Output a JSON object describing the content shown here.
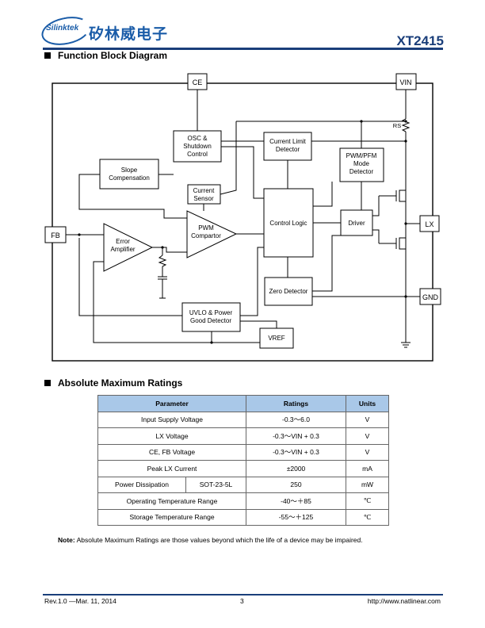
{
  "header": {
    "logo_text": "Silinktek",
    "logo_cn": "矽林威电子",
    "doc_title": "XT2415"
  },
  "sections": {
    "block_diagram_title": "Function Block Diagram",
    "ratings_title": "Absolute Maximum Ratings"
  },
  "diagram": {
    "pins": {
      "ce": "CE",
      "vin": "VIN",
      "fb": "FB",
      "lx": "LX",
      "gnd": "GND"
    },
    "blocks": {
      "osc": [
        "OSC &",
        "Shutdown",
        "Control"
      ],
      "current_limit": [
        "Current Limit",
        "Detector"
      ],
      "pwm_pfm": [
        "PWM/PFM",
        "Mode",
        "Detector"
      ],
      "slope": [
        "Slope",
        "Compensation"
      ],
      "current_sensor": [
        "Current",
        "Sensor"
      ],
      "control_logic": "Control Logic",
      "driver": "Driver",
      "error_amp": [
        "Error",
        "Amplifier"
      ],
      "pwm_comp": [
        "PWM",
        "Compartor"
      ],
      "zero_detector": "Zero Detector",
      "uvlo": [
        "UVLO & Power",
        "Good Detector"
      ],
      "vref": "VREF"
    },
    "rs_label": "RS"
  },
  "ratings_table": {
    "headers": [
      "Parameter",
      "Ratings",
      "Units"
    ],
    "rows": [
      {
        "parameter": "Input Supply Voltage",
        "rating": "-0.3～6.0",
        "unit": "V"
      },
      {
        "parameter": "LX Voltage",
        "rating": "-0.3～VIN + 0.3",
        "unit": "V"
      },
      {
        "parameter": "CE, FB Voltage",
        "rating": "-0.3～VIN + 0.3",
        "unit": "V"
      },
      {
        "parameter": "Peak LX Current",
        "rating": "±2000",
        "unit": "mA"
      },
      {
        "parameter": "Power Dissipation",
        "sub": "SOT-23-5L",
        "rating": "250",
        "unit": "mW"
      },
      {
        "parameter": "Operating Temperature Range",
        "rating": "-40～＋85",
        "unit": "℃"
      },
      {
        "parameter": "Storage Temperature Range",
        "rating": "-55～＋125",
        "unit": "℃"
      }
    ]
  },
  "note": {
    "label": "Note:",
    "text": "Absolute Maximum Ratings are those values beyond which the life of a device may be impaired."
  },
  "footer": {
    "revision": "Rev.1.0 —Mar. 11, 2014",
    "page": "3",
    "url": "http://www.natlinear.com"
  }
}
